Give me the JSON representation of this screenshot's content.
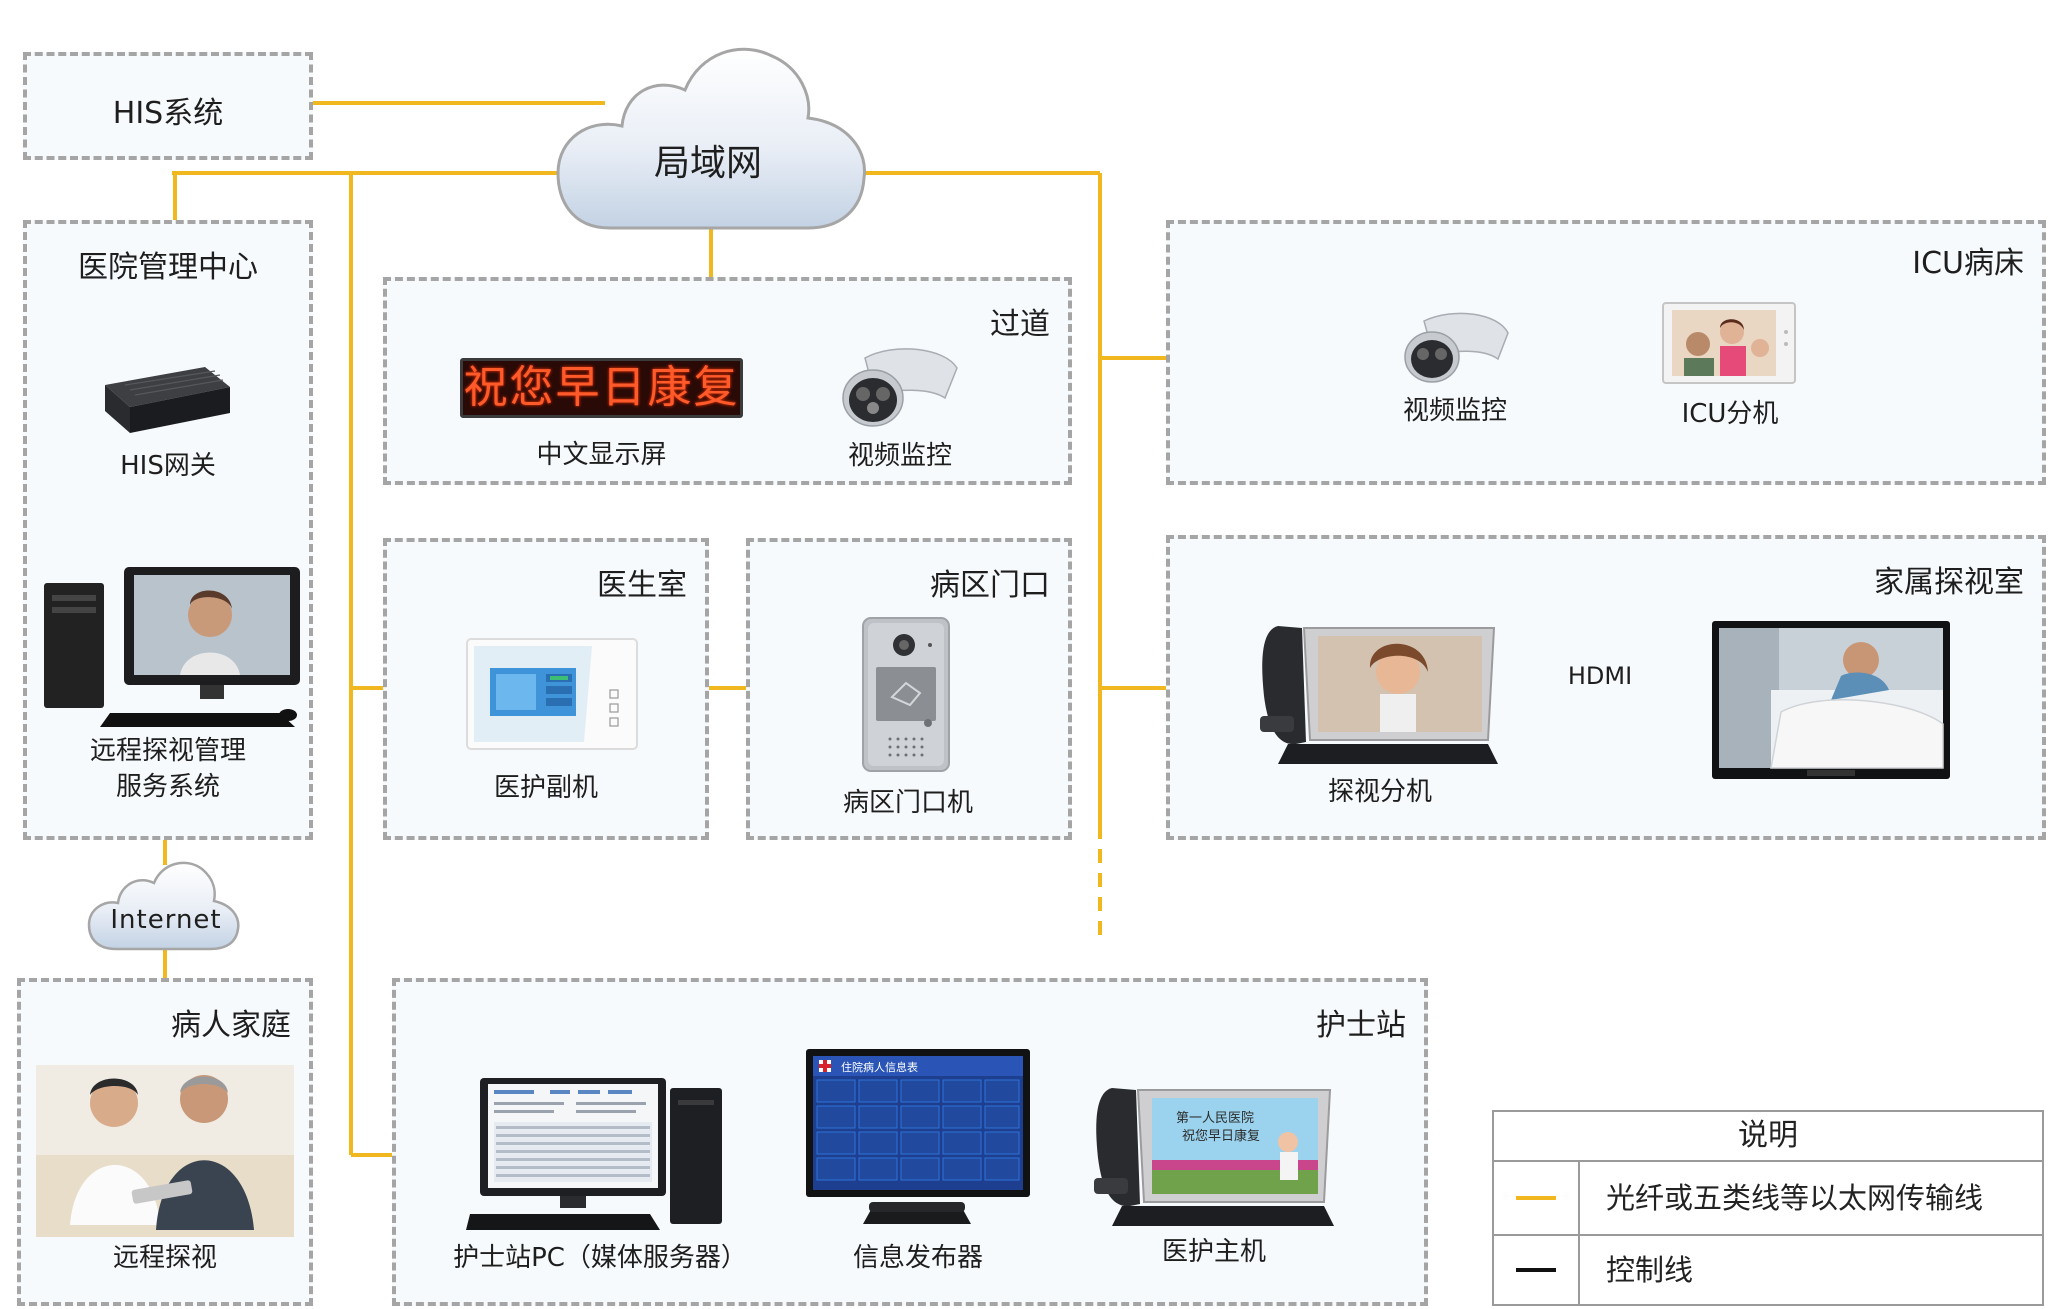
{
  "network": {
    "lan": "局域网",
    "internet": "Internet",
    "hdmi": "HDMI"
  },
  "boxes": {
    "his_system": "HIS系统",
    "management": "医院管理中心",
    "corridor": "过道",
    "icu": "ICU病床",
    "doctor": "医生室",
    "ward_door": "病区门口",
    "family_room": "家属探视室",
    "patient_home": "病人家庭",
    "nurse_station": "护士站"
  },
  "devices": {
    "his_gateway": "HIS网关",
    "remote_mgmt_line1": "远程探视管理",
    "remote_mgmt_line2": "服务系统",
    "led_display": "中文显示屏",
    "led_text": "祝您早日康复",
    "corridor_camera": "视频监控",
    "icu_camera": "视频监控",
    "icu_terminal": "ICU分机",
    "doctor_terminal": "医护副机",
    "door_terminal": "病区门口机",
    "visit_terminal": "探视分机",
    "remote_visit": "远程探视",
    "nurse_pc": "护士站PC（媒体服务器）",
    "info_publisher": "信息发布器",
    "nurse_host": "医护主机",
    "board_title": "住院病人信息表",
    "host_screen_line1": "第一人民医院",
    "host_screen_line2": "祝您早日康复"
  },
  "legend": {
    "title": "说明",
    "items": [
      {
        "label": "光纤或五类线等以太网传输线",
        "color": "#f0b81e"
      },
      {
        "label": "控制线",
        "color": "#111111"
      }
    ]
  },
  "colors": {
    "ethernet_line": "#f0b81e",
    "control_line": "#111111",
    "box_border": "#a5a5a5"
  }
}
